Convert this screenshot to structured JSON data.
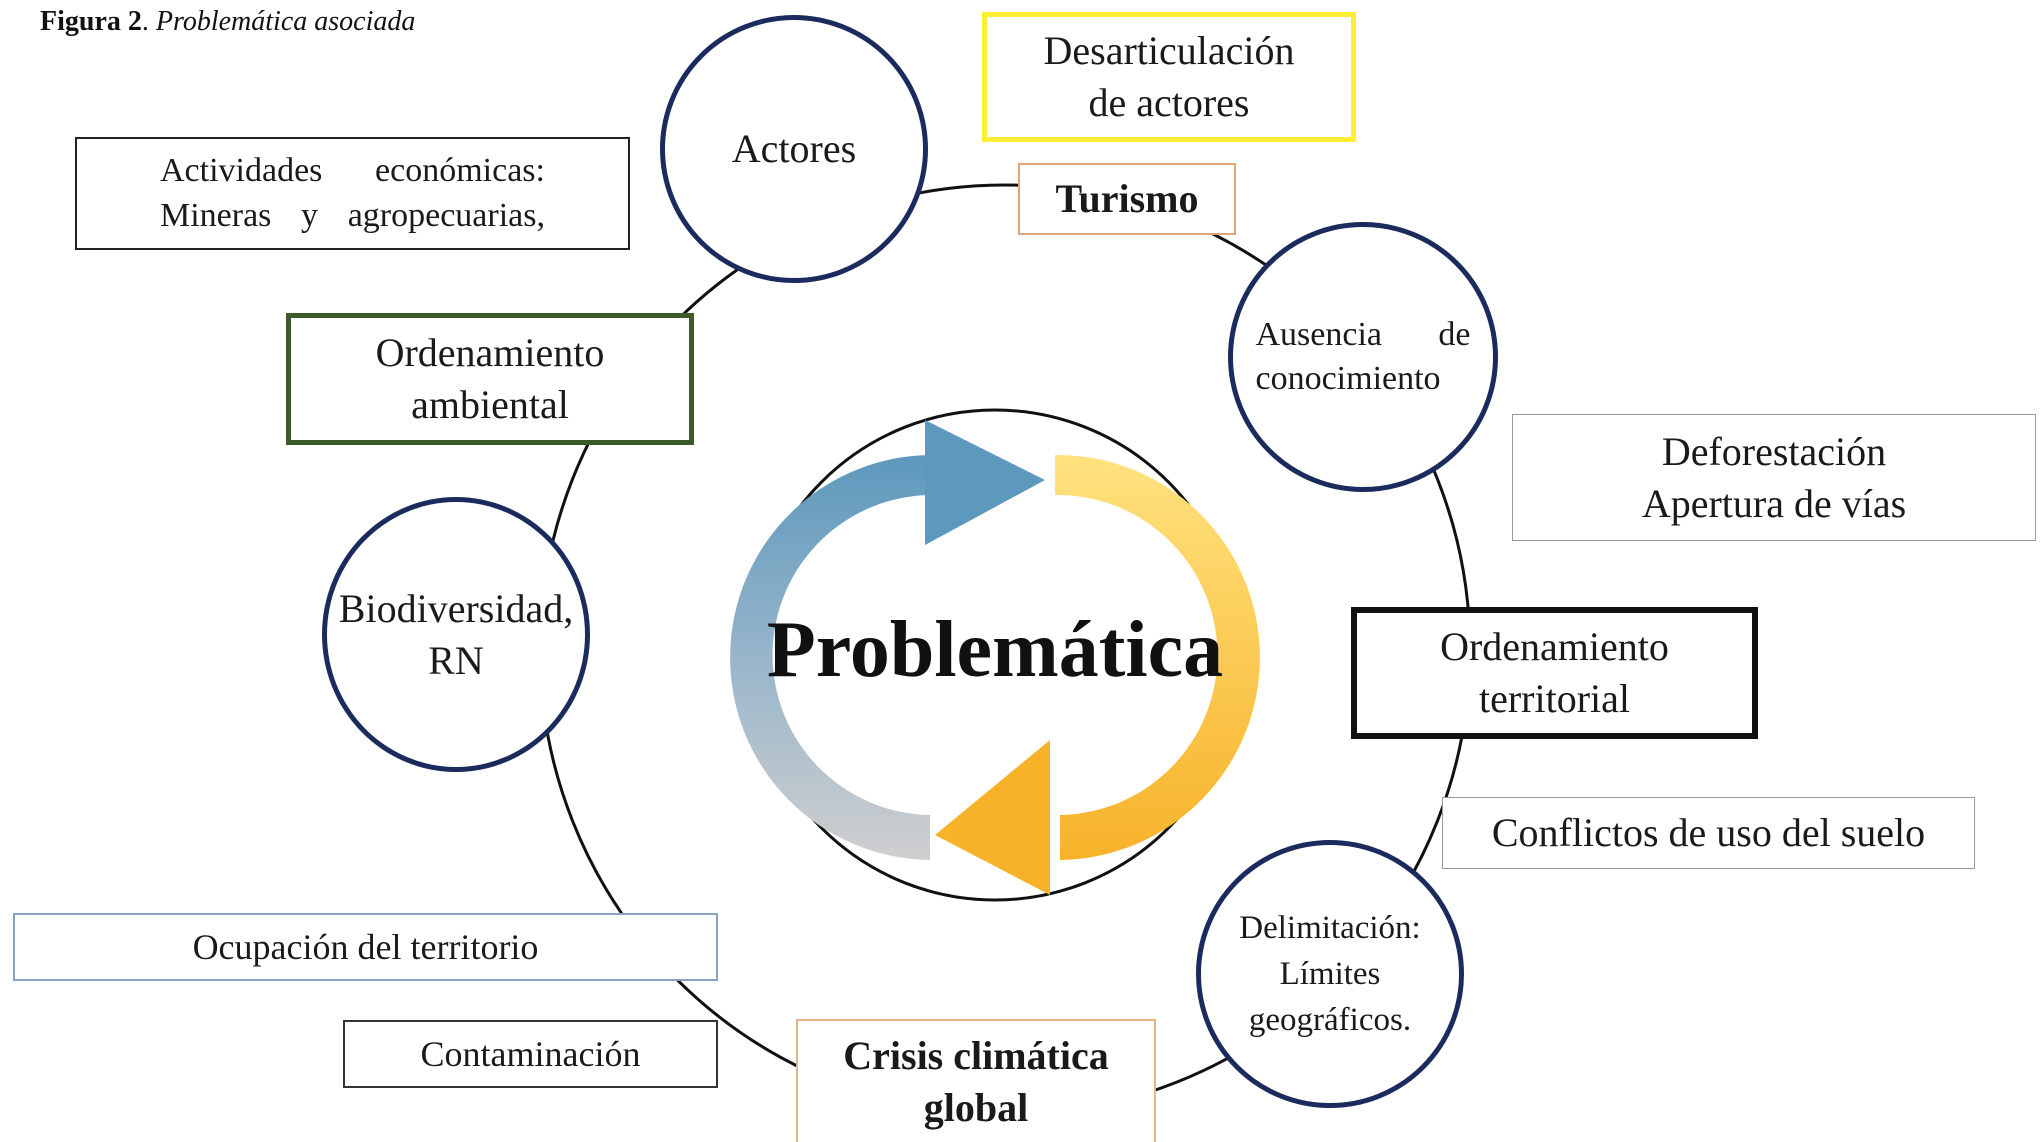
{
  "caption": {
    "label": "Figura 2",
    "separator": ". ",
    "title": "Problemática asociada"
  },
  "center": {
    "label": "Problemática"
  },
  "circles": {
    "actores": "Actores",
    "ausencia": {
      "line1": "Ausencia de",
      "line2": "conocimiento"
    },
    "delimitacion": {
      "line1": "Delimitación:",
      "line2": "Límites",
      "line3": "geográficos."
    },
    "biodiversidad": {
      "line1": "Biodiversidad,",
      "line2": "RN"
    }
  },
  "boxes": {
    "desarticulacion": {
      "line1": "Desarticulación",
      "line2": "de actores"
    },
    "turismo": "Turismo",
    "actividades": {
      "line1": "Actividades económicas:",
      "line2": "Mineras y agropecuarias,"
    },
    "ordenamiento_ambiental": {
      "line1": "Ordenamiento",
      "line2": "ambiental"
    },
    "deforestacion": {
      "line1": "Deforestación",
      "line2": "Apertura de vías"
    },
    "ordenamiento_territorial": {
      "line1": "Ordenamiento",
      "line2": "territorial"
    },
    "conflictos": "Conflictos de uso del suelo",
    "ocupacion": "Ocupación del territorio",
    "contaminacion": "Contaminación",
    "crisis": {
      "line1": "Crisis climática",
      "line2": "global"
    }
  },
  "colors": {
    "circle_border": "#1c2b5e",
    "desarticulacion_border": "#ffee33",
    "turismo_border": "#d9a77b",
    "crisis_border": "#e2b48a",
    "ordenamiento_ambiental_border": "#3d5a2a",
    "ordenamiento_territorial_border": "#111111",
    "ocupacion_border": "#8aa3c2",
    "arrow_blue": "#5d98bd",
    "arrow_gray": "#c8c8c8",
    "arrow_yellow_light": "#ffe17a",
    "arrow_yellow_dark": "#f7b52a"
  },
  "icons": [
    "cycle-arrows-icon"
  ]
}
